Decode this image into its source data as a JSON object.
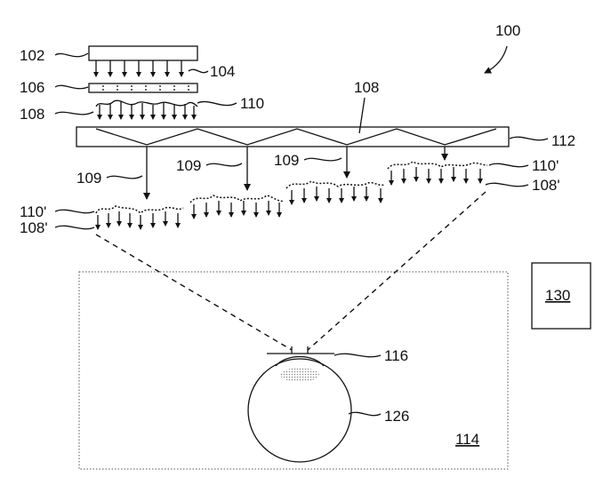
{
  "labels": {
    "l100": "100",
    "l102": "102",
    "l104": "104",
    "l106": "106",
    "l108a": "108",
    "l108b": "108",
    "l110": "110",
    "l112": "112",
    "l109a": "109",
    "l109b": "109",
    "l109c": "109",
    "l110p_right": "110'",
    "l108p_right": "108'",
    "l110p_left": "110'",
    "l108p_left": "108'",
    "l130": "130",
    "l116": "116",
    "l126": "126",
    "l114": "114"
  },
  "colors": {
    "ink": "#111111",
    "border": "#555555",
    "pupil_shade": "#999999"
  }
}
